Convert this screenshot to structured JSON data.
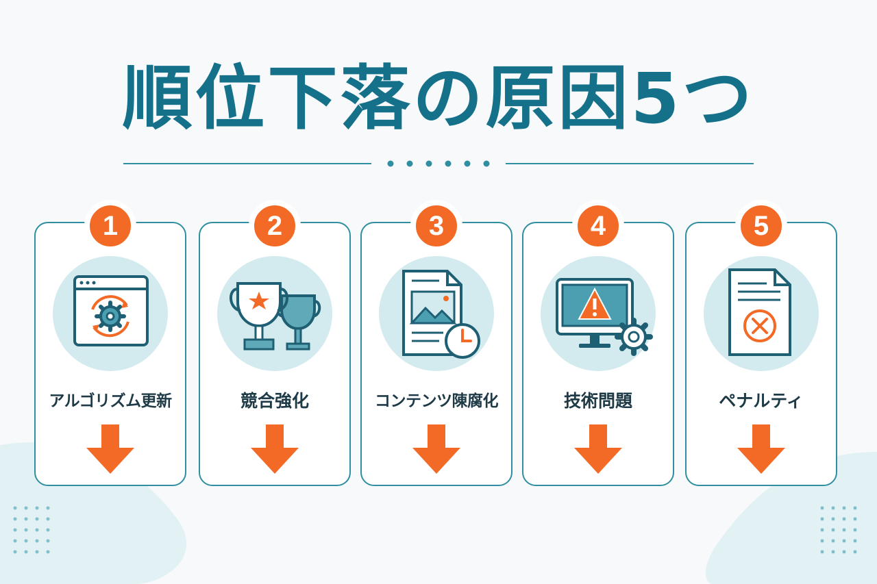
{
  "title": "順位下落の原因5つ",
  "colors": {
    "primary": "#15718a",
    "accent": "#f26a25",
    "border": "#2f8ea0",
    "icon_bg": "#d3eaee",
    "text": "#1e3a46"
  },
  "causes": [
    {
      "number": "1",
      "label": "アルゴリズム更新",
      "icon": "browser-gear-cycle-icon"
    },
    {
      "number": "2",
      "label": "競合強化",
      "icon": "trophies-icon"
    },
    {
      "number": "3",
      "label": "コンテンツ陳腐化",
      "icon": "document-clock-icon"
    },
    {
      "number": "4",
      "label": "技術問題",
      "icon": "monitor-warning-gear-icon"
    },
    {
      "number": "5",
      "label": "ペナルティ",
      "icon": "document-error-icon"
    }
  ]
}
